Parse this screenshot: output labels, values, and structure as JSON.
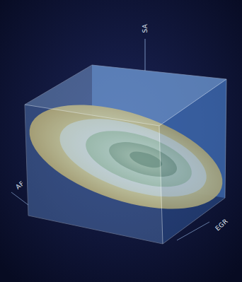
{
  "diagram": {
    "labels": [
      "SA",
      "AF",
      "EGR"
    ]
  }
}
